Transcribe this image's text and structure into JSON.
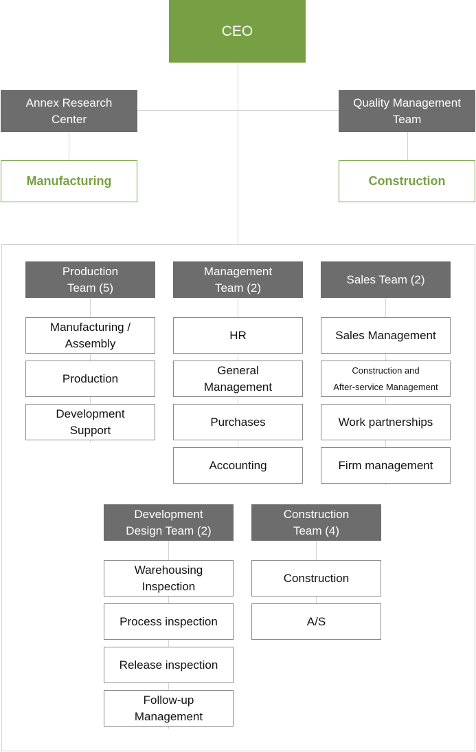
{
  "ceo": "CEO",
  "annex_research_center": "Annex Research\nCenter",
  "annex_manufacturing": "Manufacturing",
  "quality_management_team": "Quality Management\nTeam",
  "quality_construction": "Construction",
  "teams": {
    "production": {
      "title": "Production\nTeam (5)",
      "items": [
        "Manufacturing /\nAssembly",
        "Production",
        "Development\nSupport"
      ]
    },
    "management": {
      "title": "Management\nTeam (2)",
      "items": [
        "HR",
        "General\nManagement",
        "Purchases",
        "Accounting"
      ]
    },
    "sales": {
      "title": "Sales Team (2)",
      "items": [
        "Sales Management",
        "Construction and\nAfter-service Management",
        "Work partnerships",
        "Firm management"
      ]
    },
    "development_design": {
      "title": "Development\nDesign Team (2)",
      "items": [
        "Warehousing\nInspection",
        "Process inspection",
        "Release inspection",
        "Follow-up\nManagement"
      ]
    },
    "construction": {
      "title": "Construction\nTeam (4)",
      "items": [
        "Construction",
        "A/S"
      ]
    }
  },
  "colors": {
    "ceo_green": "#77a044",
    "header_gray": "#6d6d6d",
    "connector": "#d3d3d3"
  }
}
